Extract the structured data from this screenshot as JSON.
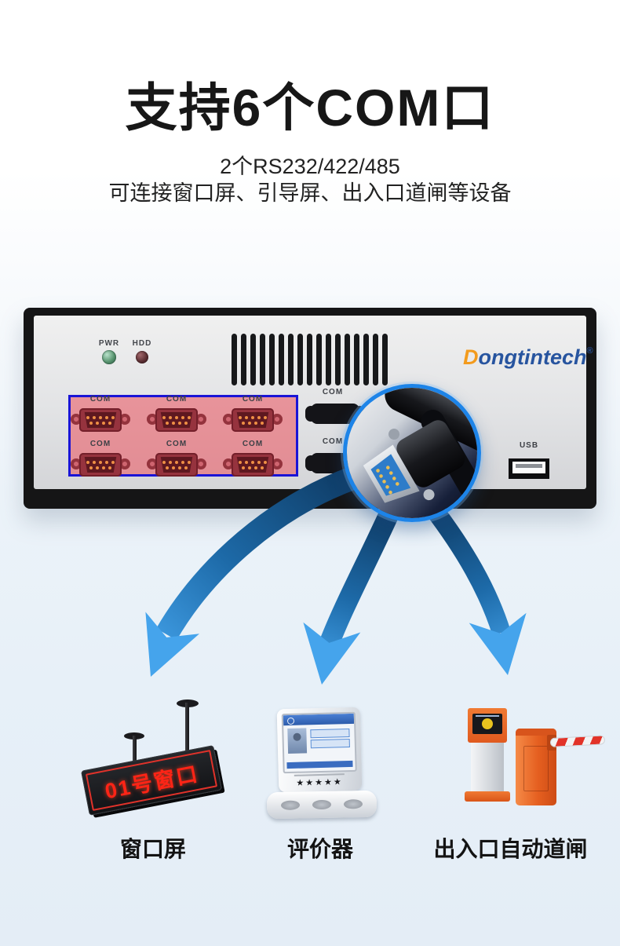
{
  "header": {
    "title": "支持6个COM口",
    "subtitle1": "2个RS232/422/485",
    "subtitle2": "可连接窗口屏、引导屏、出入口道闸等设备"
  },
  "device": {
    "brand_initial": "D",
    "brand_rest": "ongtintech",
    "brand_reg": "®",
    "led_pwr": "PWR",
    "led_hdd": "HDD",
    "com": "COM",
    "usb": "USB",
    "highlight_border_color": "#1a14d6",
    "highlight_fill_color": "rgba(235,88,99,0.58)"
  },
  "peripherals": {
    "items": [
      {
        "label": "窗口屏",
        "screen_text": "01号窗口"
      },
      {
        "label": "评价器",
        "stars": "★★★★★"
      },
      {
        "label": "出入口自动道闸"
      }
    ]
  },
  "colors": {
    "arrow_dark": "#0e3a63",
    "arrow_mid": "#1d6aa8",
    "arrow_light": "#43a2ea",
    "circle_ring": "#1d84e8",
    "brand_orange": "#f39b1d",
    "brand_blue": "#27549f",
    "led_sign_red": "#ff2416",
    "pwr_led_green": "#57936e",
    "hdd_led_red": "#5d3034"
  }
}
